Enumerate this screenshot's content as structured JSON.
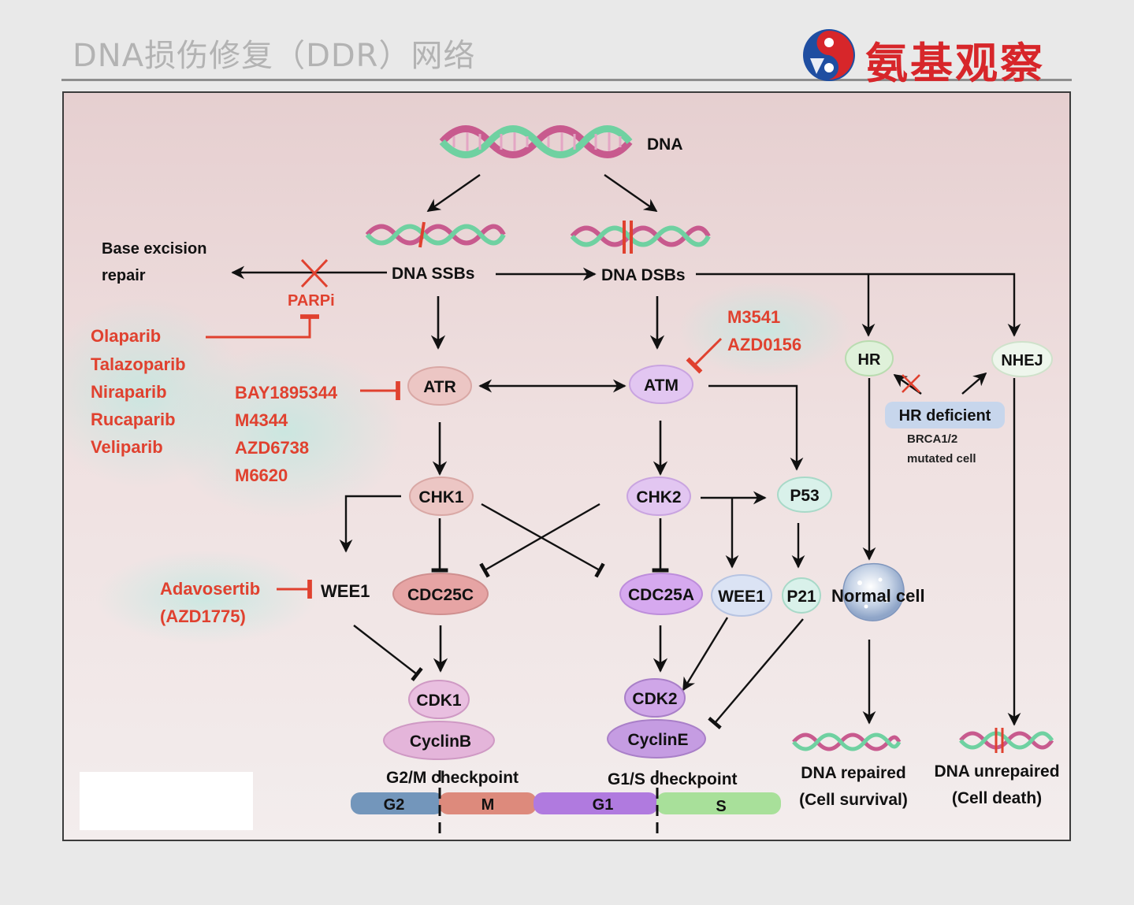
{
  "header": {
    "title": "DNA损伤修复（DDR）网络",
    "brand": "氨基观察"
  },
  "colors": {
    "drug_red": "#e0412f",
    "arrow": "#111111",
    "phase_g2": "#7396bb",
    "phase_m": "#dd8a7c",
    "phase_g1": "#b07adf",
    "phase_s": "#a8e09a"
  },
  "diagram": {
    "dna": "DNA",
    "ssb": "DNA SSBs",
    "dsb": "DNA DSBs",
    "ber_line1": "Base excision",
    "ber_line2": "repair",
    "parpi": "PARPi",
    "parp_drugs": [
      "Olaparib",
      "Talazoparib",
      "Niraparib",
      "Rucaparib",
      "Veliparib"
    ],
    "atr_drugs": [
      "BAY1895344",
      "M4344",
      "AZD6738",
      "M6620"
    ],
    "atm_drugs": [
      "M3541",
      "AZD0156"
    ],
    "wee1_drug_line1": "Adavosertib",
    "wee1_drug_line2": "(AZD1775)",
    "nodes": {
      "atr": "ATR",
      "atm": "ATM",
      "chk1": "CHK1",
      "chk2": "CHK2",
      "p53": "P53",
      "p21": "P21",
      "hr": "HR",
      "nhej": "NHEJ",
      "wee1_left": "WEE1",
      "wee1_right": "WEE1",
      "cdc25c": "CDC25C",
      "cdc25a": "CDC25A",
      "cdk1": "CDK1",
      "cyclinb": "CyclinB",
      "cdk2": "CDK2",
      "cycline": "CyclinE"
    },
    "hr_deficient": "HR deficient",
    "brca_line1": "BRCA1/2",
    "brca_line2": "mutated cell",
    "normal_cell": "Normal cell",
    "g2m_checkpoint": "G2/M checkpoint",
    "g1s_checkpoint": "G1/S checkpoint",
    "phases": [
      "G2",
      "M",
      "G1",
      "S"
    ],
    "repaired_line1": "DNA repaired",
    "repaired_line2": "(Cell survival)",
    "unrepaired_line1": "DNA unrepaired",
    "unrepaired_line2": "(Cell death)"
  }
}
